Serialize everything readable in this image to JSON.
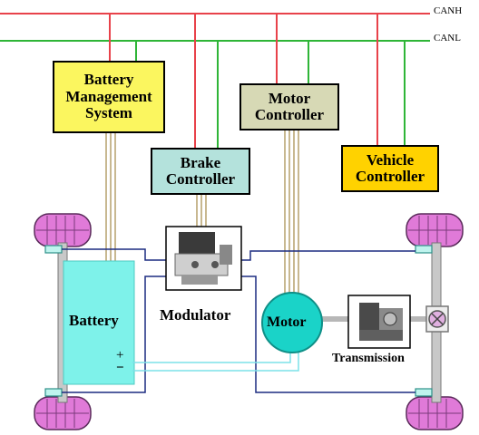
{
  "buses": {
    "canh": "CANH",
    "canl": "CANL"
  },
  "components": {
    "bms": "Battery\nManagement\nSystem",
    "brake_controller": "Brake\nController",
    "motor_controller": "Motor\nController",
    "vehicle_controller": "Vehicle\nController",
    "battery": "Battery",
    "positive": "+",
    "negative": "−",
    "modulator": "Modulator",
    "motor": "Motor",
    "transmission": "Transmission"
  },
  "colors": {
    "canh_line": "#e8424a",
    "canl_line": "#2fb537",
    "bms_fill": "#fbf65f",
    "brake_controller_fill": "#b4e2dc",
    "motor_controller_fill": "#d7d9b5",
    "vehicle_controller_fill": "#ffd200",
    "battery_fill": "#7ef2ea",
    "motor_fill": "#1ad3c8",
    "wheel_fill": "#e07ad8",
    "brake_line": "#1c2b80"
  }
}
